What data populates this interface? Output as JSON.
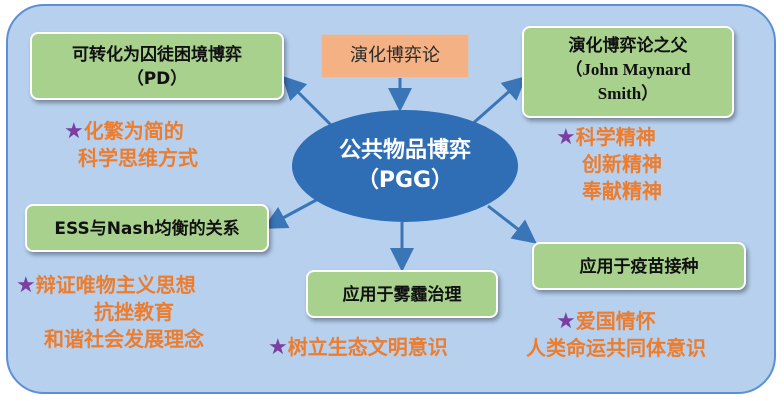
{
  "center": {
    "line1": "公共物品博弈",
    "line2": "（PGG）"
  },
  "top_box": "演化博弈论",
  "boxes": {
    "pd": {
      "line1": "可转化为囚徒困境博弈",
      "line2": "（PD）"
    },
    "smith": {
      "line1": "演化博弈论之父",
      "line2": "（John Maynard",
      "line3": "Smith）"
    },
    "ess": {
      "line1": "ESS与Nash均衡的关系"
    },
    "haze": {
      "line1": "应用于雾霾治理"
    },
    "vaccine": {
      "line1": "应用于疫苗接种"
    }
  },
  "notes": {
    "simplify": {
      "star": "★",
      "line1": "化繁为简的",
      "line2": "科学思维方式"
    },
    "spirit": {
      "star": "★",
      "line1": "科学精神",
      "line2": "创新精神",
      "line3": "奉献精神"
    },
    "dialectic": {
      "star": "★",
      "line1": "辩证唯物主义思想",
      "line2": "抗挫教育",
      "line3": "和谐社会发展理念"
    },
    "ecology": {
      "star": "★",
      "line1": "树立生态文明意识"
    },
    "patriot": {
      "star": "★",
      "line1": "爱国情怀",
      "line2": "人类命运共同体意识"
    }
  },
  "colors": {
    "panel": "#b6d0ee",
    "panel_border": "#5b8fd6",
    "box": "#a9d18e",
    "top_box": "#f4b183",
    "center": "#2f6db5",
    "arrow": "#3a75b8",
    "note_text": "#ec7d2f",
    "star": "#7a3fa0"
  }
}
